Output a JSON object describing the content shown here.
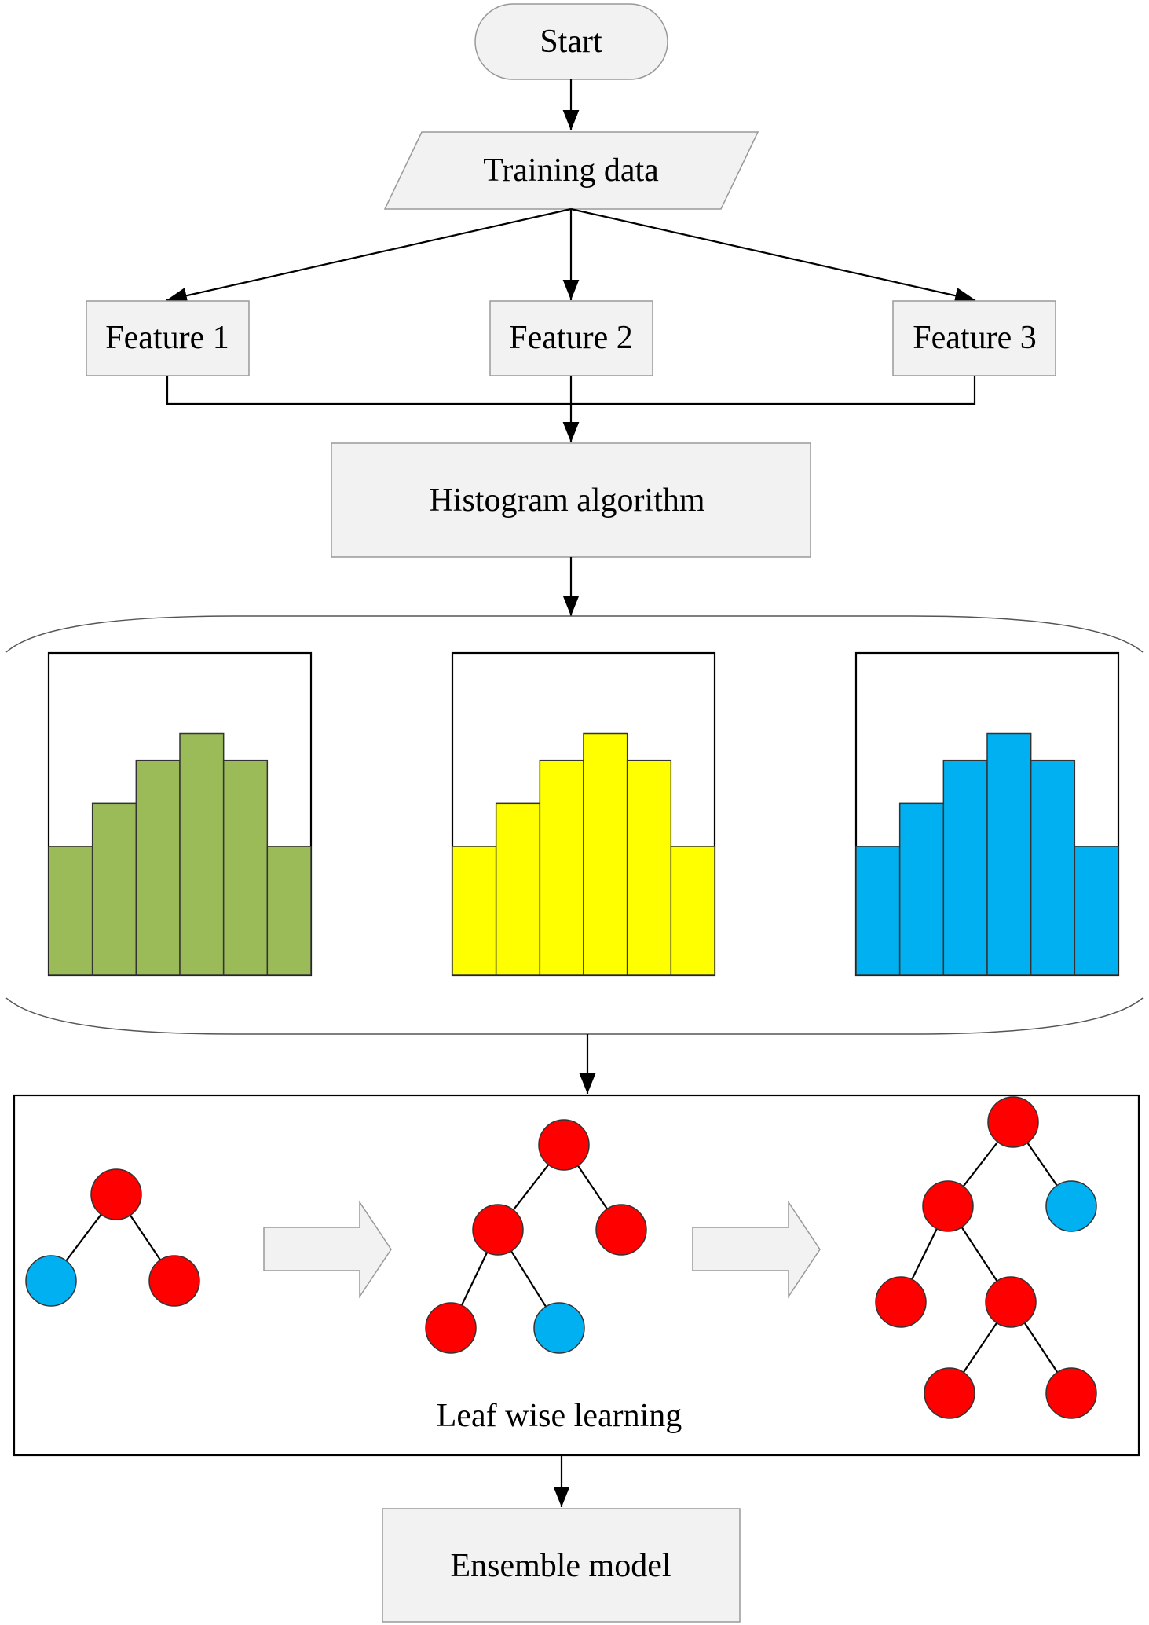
{
  "flow": {
    "start": "Start",
    "training_data": "Training data",
    "feature_1": "Feature 1",
    "feature_2": "Feature 2",
    "feature_3": "Feature 3",
    "histogram_algorithm": "Histogram algorithm",
    "leaf_wise_learning": "Leaf wise learning",
    "ensemble_model": "Ensemble model"
  },
  "histograms": [
    {
      "color": "#9bbb59",
      "bins": [
        2.4,
        3.2,
        4.0,
        4.5,
        4.0,
        2.4
      ]
    },
    {
      "color": "#ffff00",
      "bins": [
        2.4,
        3.2,
        4.0,
        4.5,
        4.0,
        2.4
      ]
    },
    {
      "color": "#00b0f0",
      "bins": [
        2.4,
        3.2,
        4.0,
        4.5,
        4.0,
        2.4
      ]
    }
  ],
  "histogram_max": 6,
  "tree_colors": {
    "internal": "#ff0000",
    "leaf": "#00b0f0"
  },
  "trees": [
    {
      "nodes": [
        "red",
        "blue",
        "red"
      ]
    },
    {
      "nodes": [
        "red",
        "red",
        "red",
        "red",
        "blue"
      ]
    },
    {
      "nodes": [
        "red",
        "red",
        "blue",
        "red",
        "red",
        "red",
        "red"
      ]
    }
  ]
}
